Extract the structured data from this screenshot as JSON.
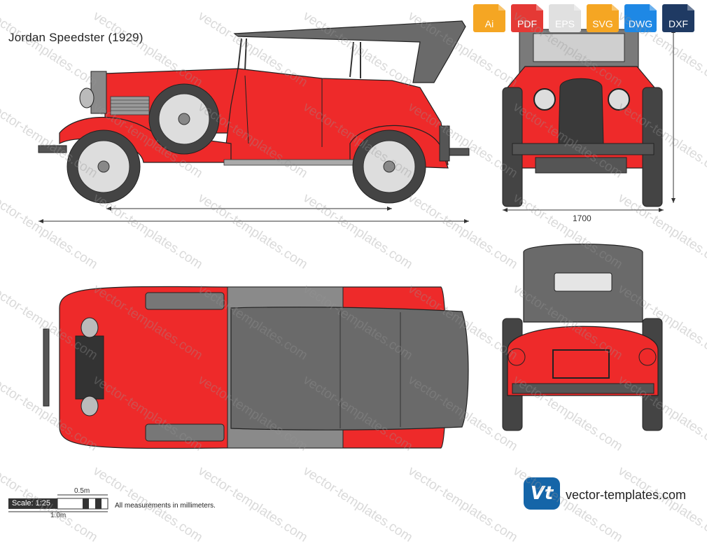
{
  "title": "Jordan Speedster (1929)",
  "formats": [
    {
      "label": "Ai",
      "color": "#f5a623"
    },
    {
      "label": "PDF",
      "color": "#e53935"
    },
    {
      "label": "EPS",
      "color": "#e0e0e0"
    },
    {
      "label": "SVG",
      "color": "#f5a623"
    },
    {
      "label": "DWG",
      "color": "#1e88e5"
    },
    {
      "label": "DXF",
      "color": "#1f3a63"
    }
  ],
  "dimension_width": "1700",
  "scale": {
    "label": "Scale: 1:25",
    "half": "0.5m",
    "full": "1.0m"
  },
  "note": "All measurements in millimeters.",
  "brand": {
    "logo": "Vt",
    "site": "vector-templates.com"
  },
  "watermark": "vector-templates.com",
  "colors": {
    "body": "#ee2a2a",
    "top": "#666666",
    "dark": "#333333"
  }
}
